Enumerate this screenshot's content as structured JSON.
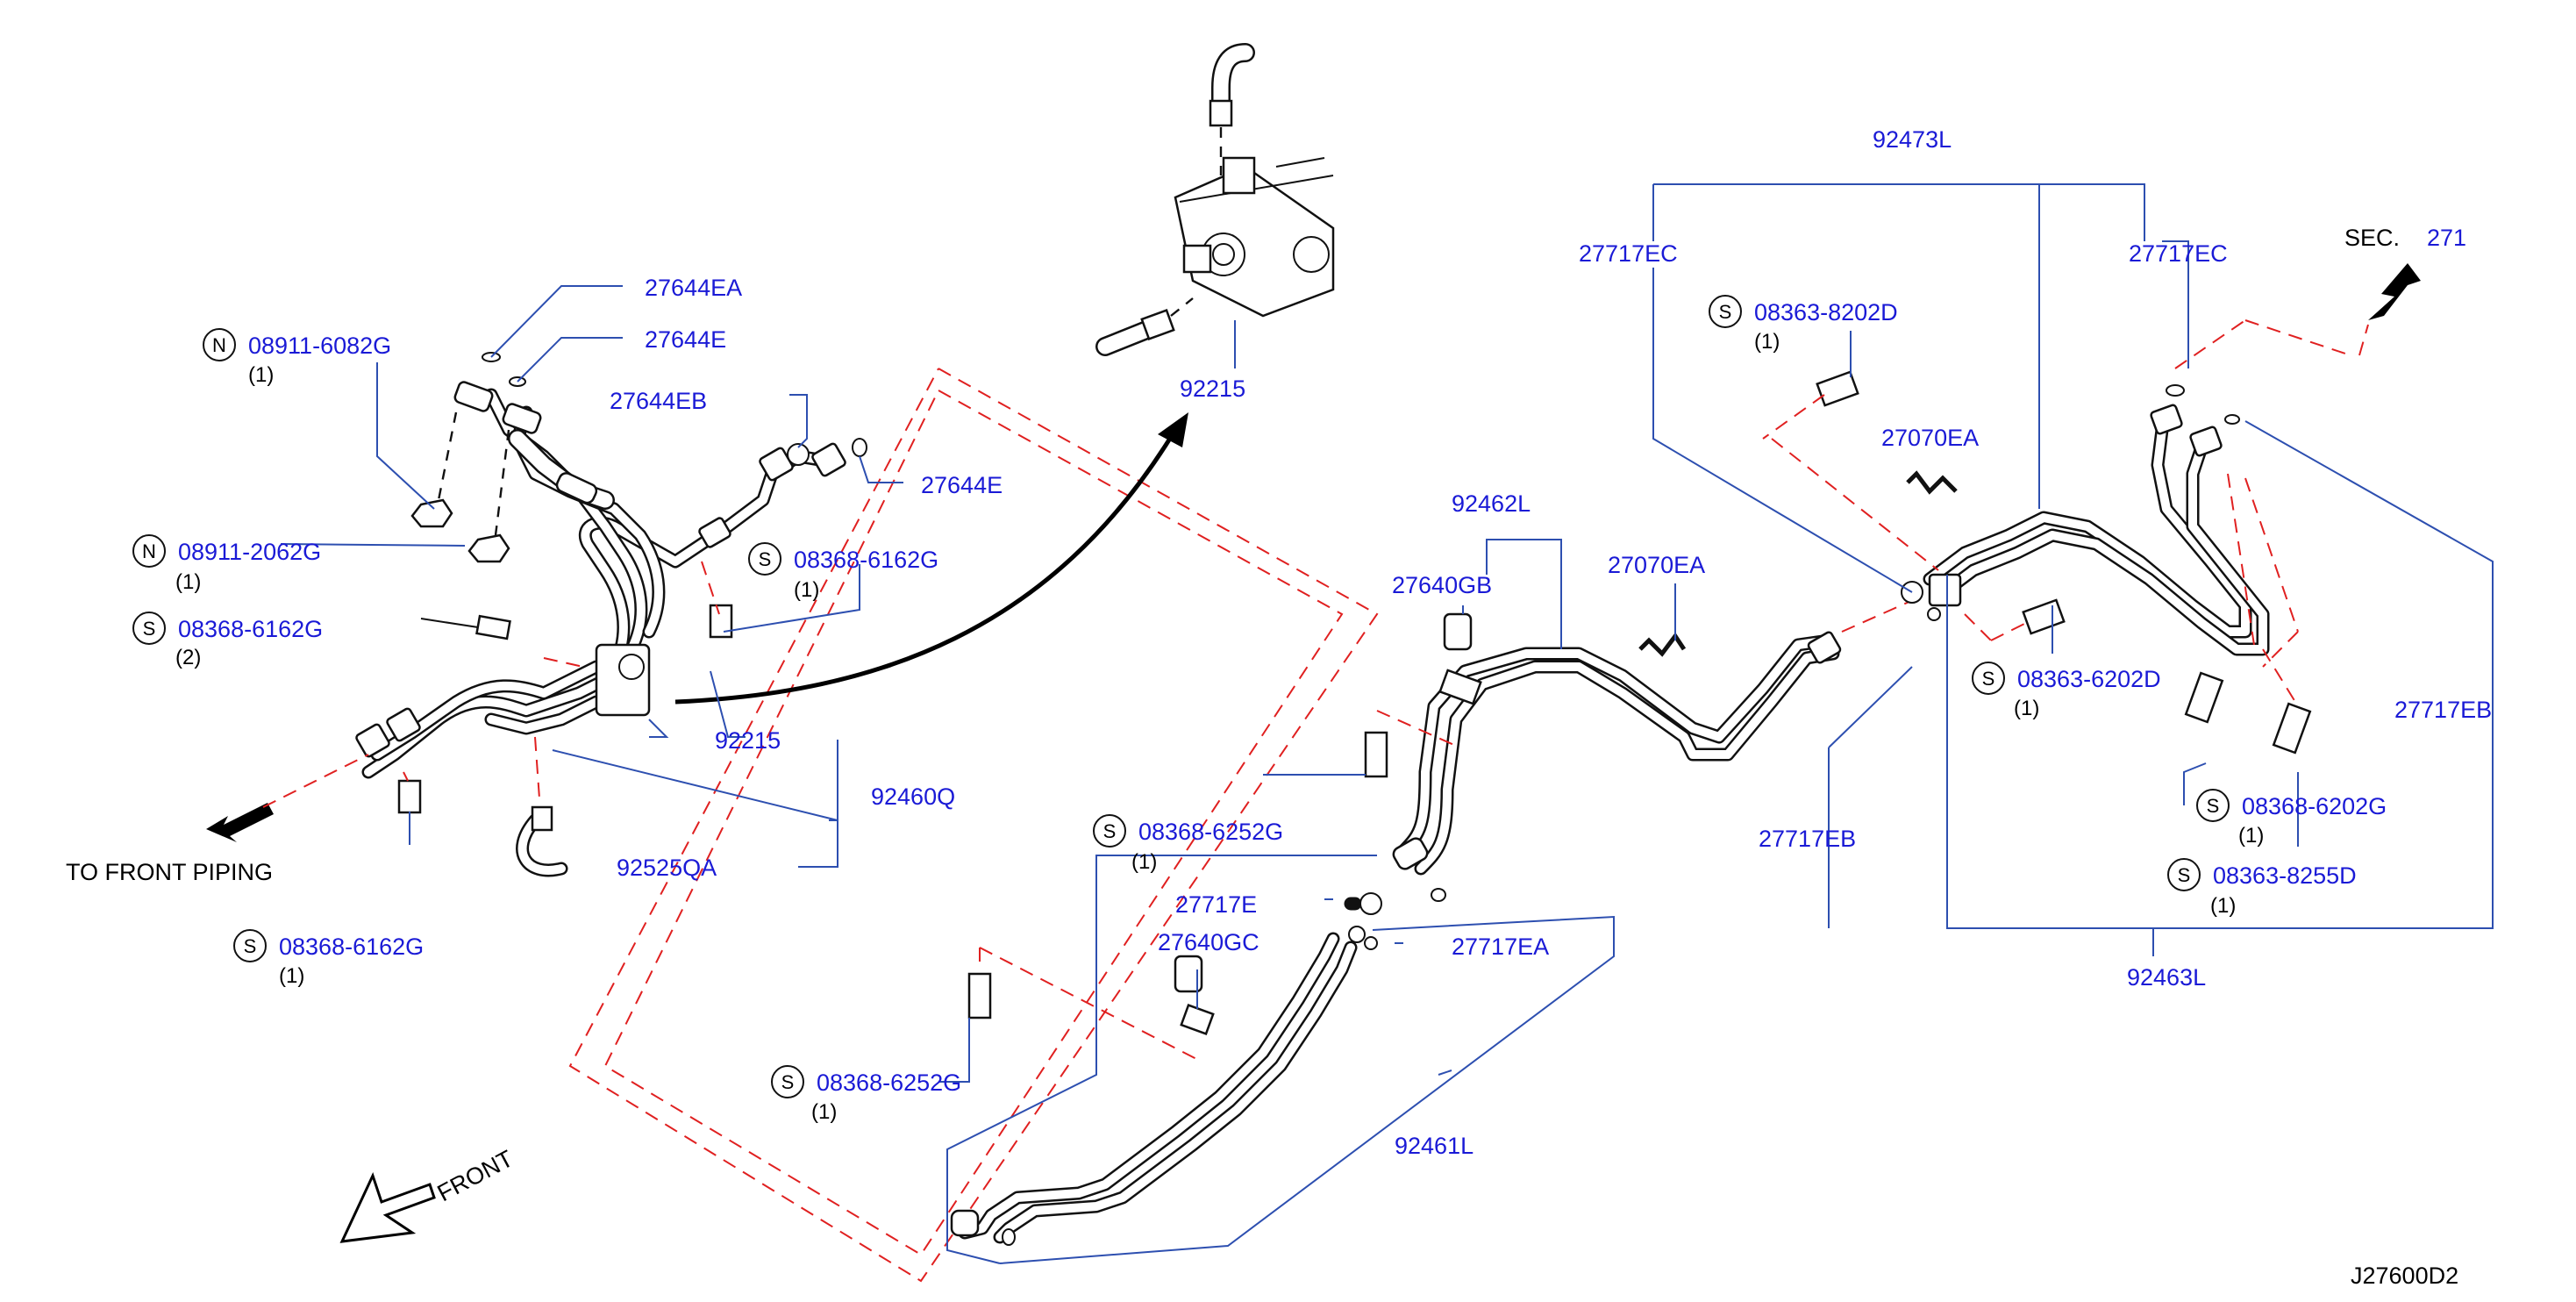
{
  "diagram_id": "J27600D2",
  "labels": {
    "p27644EA": "27644EA",
    "p27644E_a": "27644E",
    "p27644EB": "27644EB",
    "p27644E_b": "27644E",
    "p08911_6082G": "08911-6082G",
    "p08911_2062G": "08911-2062G",
    "p08368_6162G_a": "08368-6162G",
    "p08368_6162G_b": "08368-6162G",
    "p08368_6162G_c": "08368-6162G",
    "p92215_top": "92215",
    "p92215_left": "92215",
    "p92460Q": "92460Q",
    "p92525QA": "92525QA",
    "p92462L": "92462L",
    "p27640GB": "27640GB",
    "p27070EA_a": "27070EA",
    "p27070EA_b": "27070EA",
    "p08368_6252G_a": "08368-6252G",
    "p08368_6252G_b": "08368-6252G",
    "p27717E": "27717E",
    "p27640GC": "27640GC",
    "p27717EA": "27717EA",
    "p92461L": "92461L",
    "p92473L": "92473L",
    "p27717EC_a": "27717EC",
    "p27717EC_b": "27717EC",
    "p08363_8202D": "08363-8202D",
    "p08363_6202D": "08363-6202D",
    "p27717EB_a": "27717EB",
    "p27717EB_b": "27717EB",
    "p08368_6202G": "08368-6202G",
    "p08363_8255D": "08363-8255D",
    "p92463L": "92463L",
    "sec": "SEC.",
    "sec_num": "271"
  },
  "quantities": {
    "q1": "(1)",
    "q2": "(2)"
  },
  "symbols": {
    "n": "N",
    "s": "S"
  },
  "annotations": {
    "to_front_piping": "TO  FRONT  PIPING",
    "front": "FRONT"
  }
}
